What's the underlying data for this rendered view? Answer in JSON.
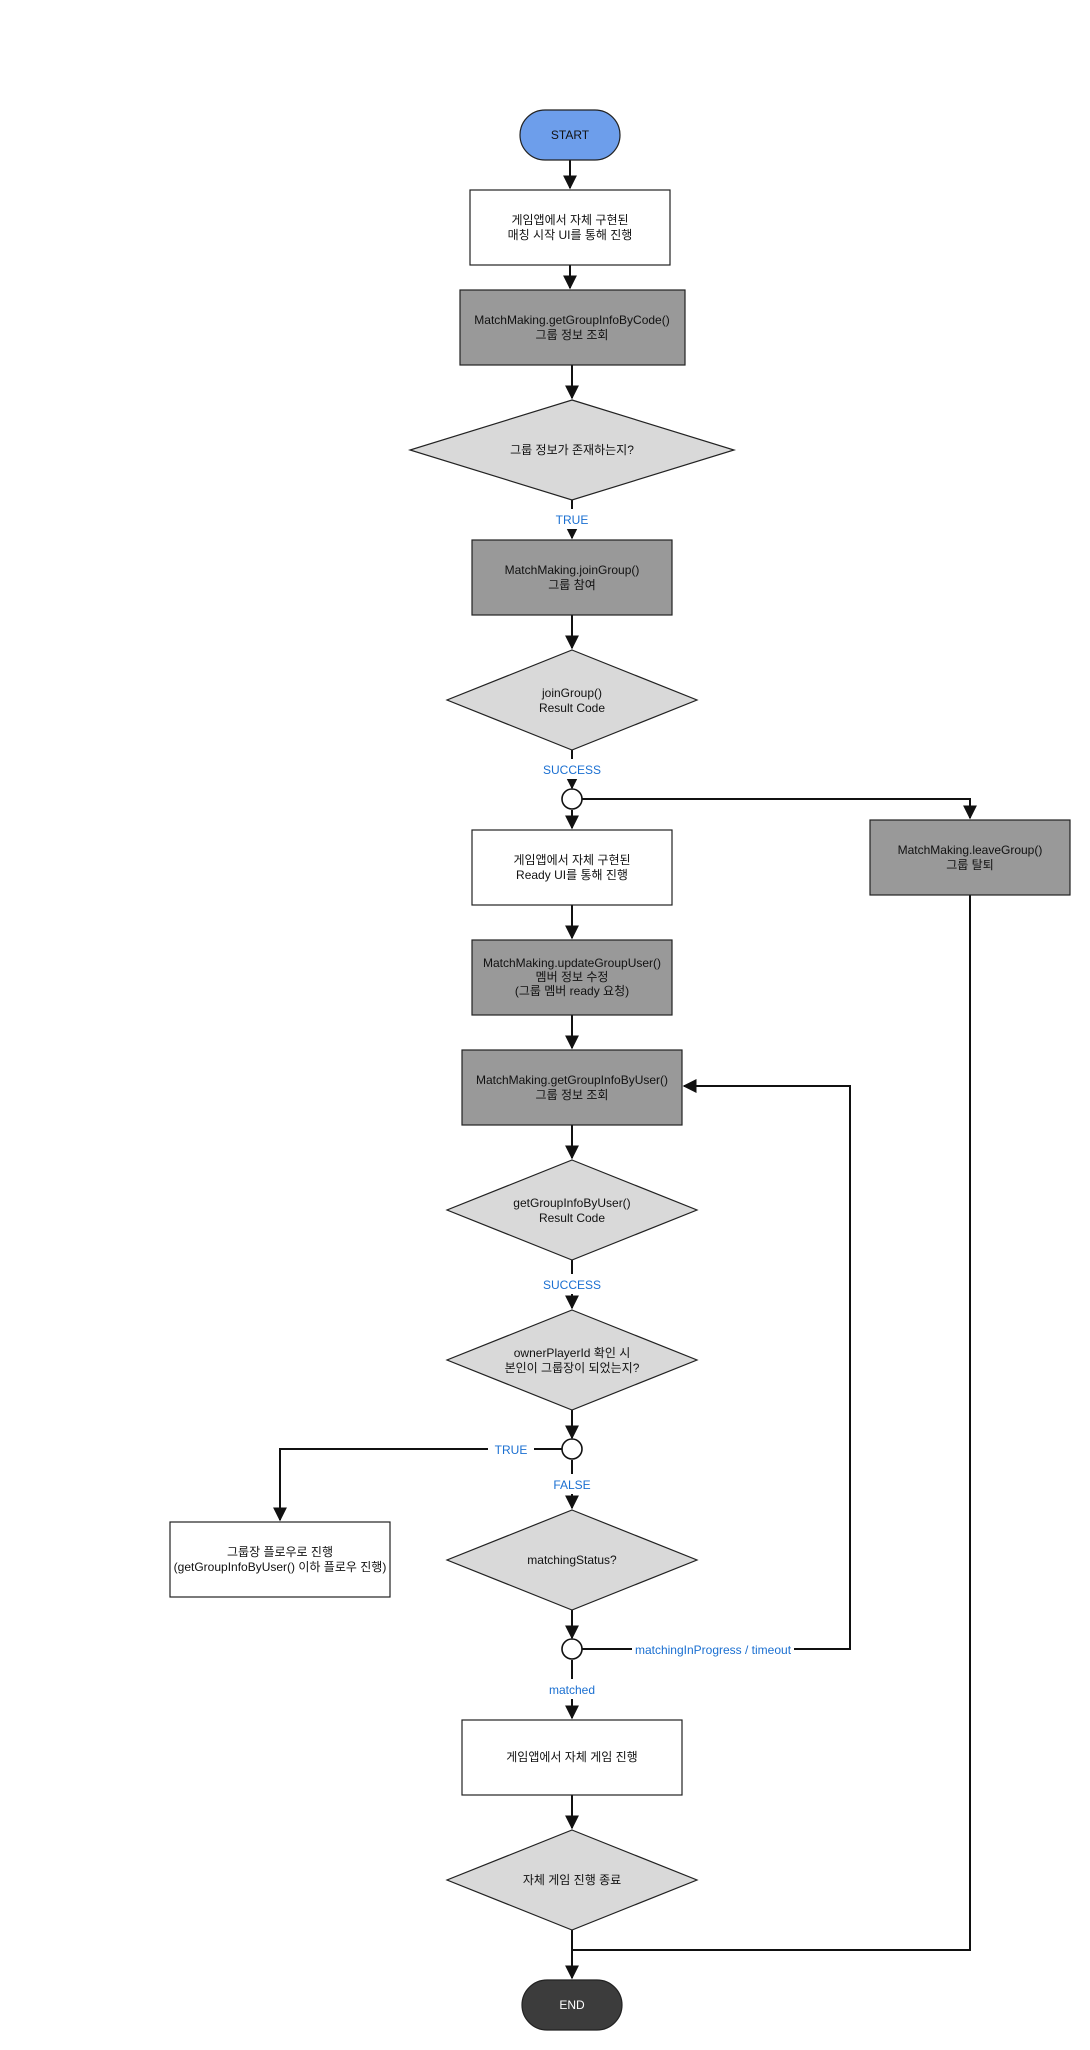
{
  "colors": {
    "start_fill": "#6d9eeb",
    "end_fill": "#3c3c3c",
    "process_fill": "#ffffff",
    "api_fill": "#999999",
    "decision_fill": "#d9d9d9",
    "label": "#1a6fd1"
  },
  "nodes": {
    "start": "START",
    "game_match_ui": [
      "게임앱에서 자체 구현된",
      "매칭 시작 UI를 통해 진행"
    ],
    "get_group_info_by_code": [
      "MatchMaking.getGroupInfoByCode()",
      "그룹 정보 조회"
    ],
    "group_exists": [
      "그룹 정보가 존재하는지?"
    ],
    "join_group": [
      "MatchMaking.joinGroup()",
      "그룹 참여"
    ],
    "join_group_result": [
      "joinGroup()",
      "Result Code"
    ],
    "leave_group": [
      "MatchMaking.leaveGroup()",
      "그룹 탈퇴"
    ],
    "ready_ui": [
      "게임앱에서 자체 구현된",
      "Ready UI를 통해 진행"
    ],
    "update_group_user": [
      "MatchMaking.updateGroupUser()",
      "멤버 정보 수정",
      "(그룹 멤버 ready 요청)"
    ],
    "get_group_info_by_user": [
      "MatchMaking.getGroupInfoByUser()",
      "그룹 정보 조회"
    ],
    "get_group_info_result": [
      "getGroupInfoByUser()",
      "Result Code"
    ],
    "owner_check": [
      "ownerPlayerId 확인 시",
      "본인이 그룹장이 되었는지?"
    ],
    "leader_flow": [
      "그룹장 플로우로 진행",
      "(getGroupInfoByUser() 이하 플로우 진행)"
    ],
    "matching_status": [
      "matchingStatus?"
    ],
    "game_play": [
      "게임앱에서 자체 게임 진행"
    ],
    "game_end": [
      "자체 게임 진행 종료"
    ],
    "end": "END"
  },
  "labels": {
    "true_1": "TRUE",
    "success_1": "SUCCESS",
    "success_2": "SUCCESS",
    "true_2": "TRUE",
    "false_1": "FALSE",
    "in_progress": "matchingInProgress / timeout",
    "matched": "matched"
  }
}
